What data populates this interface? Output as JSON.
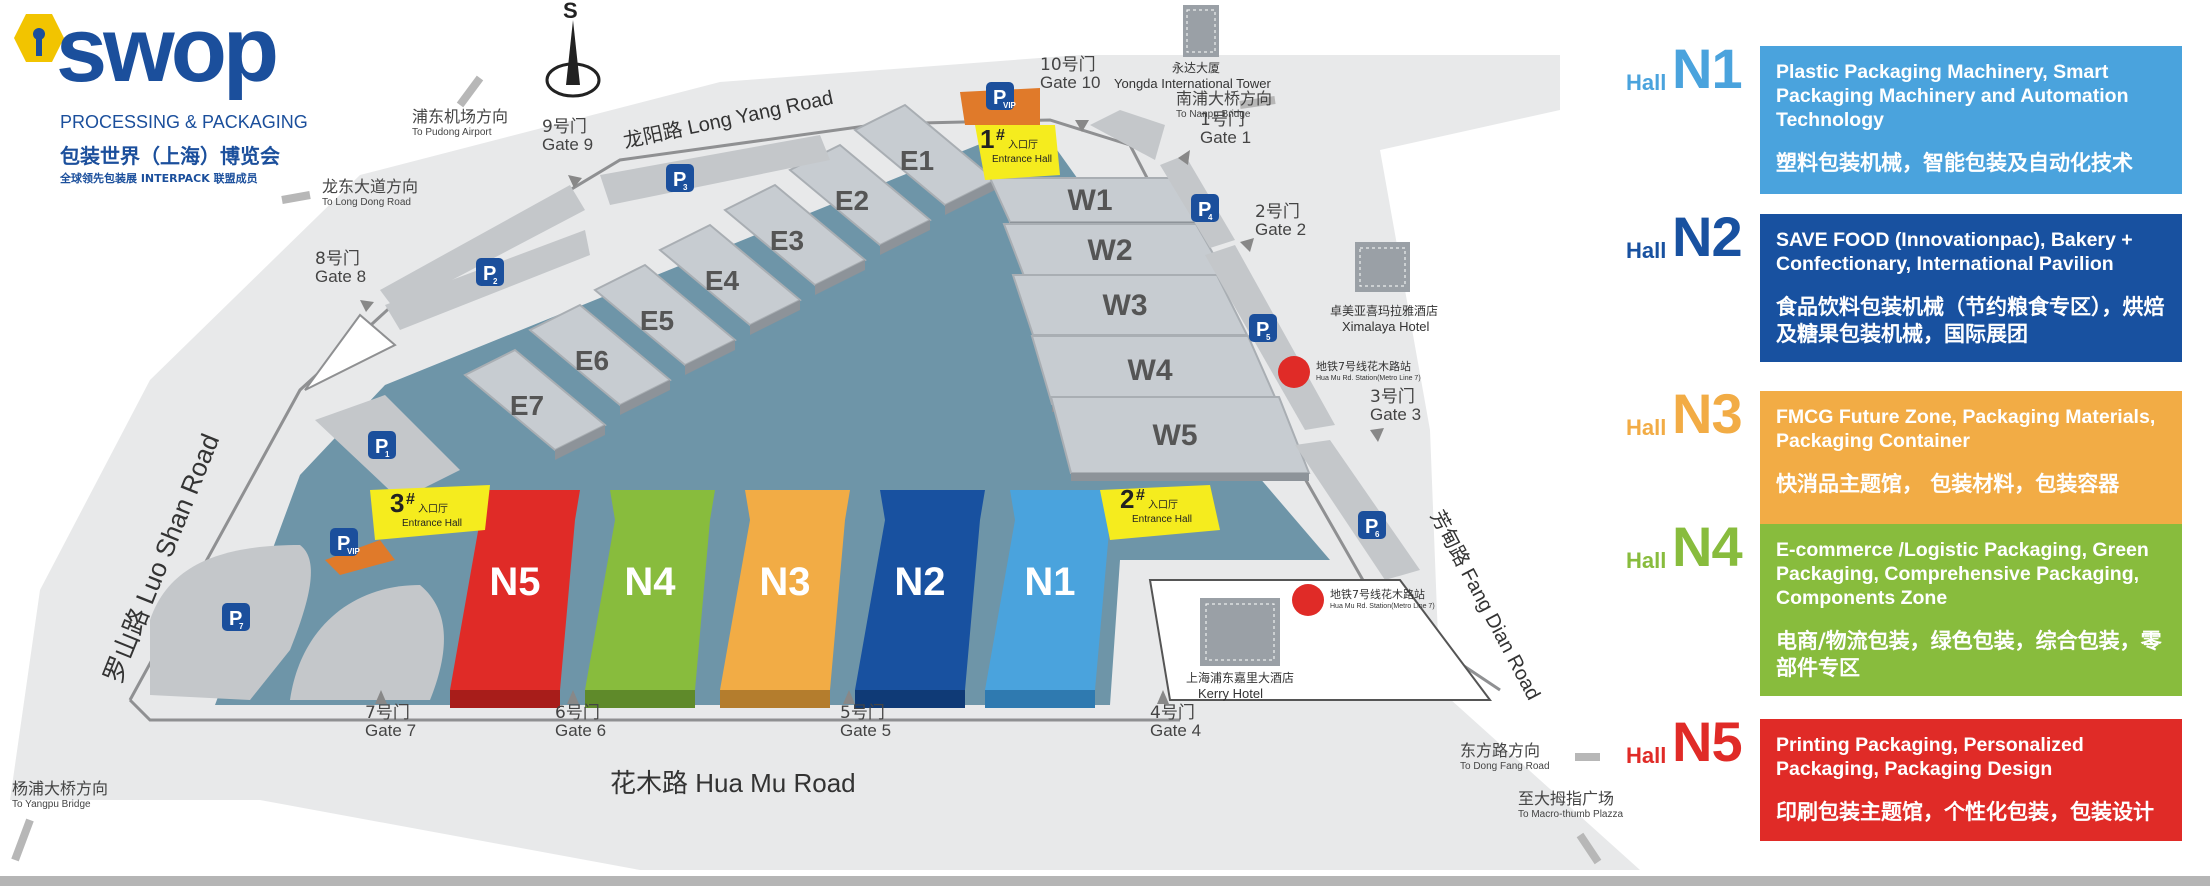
{
  "brand": {
    "word": "swop",
    "sub1": "PROCESSING & PACKAGING",
    "sub2": "包装世界（上海）博览会",
    "sub3": "全球领先包装展 INTERPACK 联盟成员",
    "color": "#1b4f9c"
  },
  "compass": "S",
  "legend": [
    {
      "word": "Hall",
      "num": "N1",
      "color": "#4aa3dd",
      "en": "Plastic Packaging Machinery, Smart Packaging Machinery and Automation Technology",
      "cn": "塑料包装机械，智能包装及自动化技术"
    },
    {
      "word": "Hall",
      "num": "N2",
      "color": "#1851a0",
      "en": "SAVE FOOD (Innovationpac), Bakery + Confectionary, International Pavilion",
      "cn": "食品饮料包装机械（节约粮食专区），烘焙及糖果包装机械，国际展团"
    },
    {
      "word": "Hall",
      "num": "N3",
      "color": "#f2ac45",
      "en": "FMCG Future Zone, Packaging Materials, Packaging Container",
      "cn": "快消品主题馆， 包装材料，包装容器"
    },
    {
      "word": "Hall",
      "num": "N4",
      "color": "#88bc3d",
      "en": "E-commerce /Logistic Packaging, Green Packaging, Comprehensive Packaging, Components Zone",
      "cn": "电商/物流包装，绿色包装，综合包装，零部件专区"
    },
    {
      "word": "Hall",
      "num": "N5",
      "color": "#e02b27",
      "en": "Printing Packaging, Personalized Packaging, Packaging Design",
      "cn": "印刷包装主题馆，个性化包装，包装设计"
    }
  ],
  "halls_n": [
    "N5",
    "N4",
    "N3",
    "N2",
    "N1"
  ],
  "halls_e": [
    "E1",
    "E2",
    "E3",
    "E4",
    "E5",
    "E6",
    "E7"
  ],
  "halls_w": [
    "W1",
    "W2",
    "W3",
    "W4",
    "W5"
  ],
  "entrances": [
    {
      "num": "1",
      "mark": "#",
      "cn": "入口厅",
      "en": "Entrance Hall"
    },
    {
      "num": "2",
      "mark": "#",
      "cn": "入口厅",
      "en": "Entrance Hall"
    },
    {
      "num": "3",
      "mark": "#",
      "cn": "入口厅",
      "en": "Entrance Hall"
    }
  ],
  "gates": [
    {
      "cn": "1号门",
      "en": "Gate 1"
    },
    {
      "cn": "2号门",
      "en": "Gate 2"
    },
    {
      "cn": "3号门",
      "en": "Gate 3"
    },
    {
      "cn": "4号门",
      "en": "Gate 4"
    },
    {
      "cn": "5号门",
      "en": "Gate 5"
    },
    {
      "cn": "6号门",
      "en": "Gate 6"
    },
    {
      "cn": "7号门",
      "en": "Gate 7"
    },
    {
      "cn": "8号门",
      "en": "Gate 8"
    },
    {
      "cn": "9号门",
      "en": "Gate 9"
    },
    {
      "cn": "10号门",
      "en": "Gate 10"
    }
  ],
  "roads": {
    "long_yang": "龙阳路 Long Yang Road",
    "luo_shan": "罗山路 Luo Shan Road",
    "hua_mu": "花木路 Hua Mu Road",
    "fang_dian": "芳甸路 Fang Dian Road"
  },
  "directions": [
    {
      "cn": "浦东机场方向",
      "en": "To Pudong Airport"
    },
    {
      "cn": "龙东大道方向",
      "en": "To Long Dong Road"
    },
    {
      "cn": "南浦大桥方向",
      "en": "To Nanpu Bridge"
    },
    {
      "cn": "杨浦大桥方向",
      "en": "To Yangpu Bridge"
    },
    {
      "cn": "东方路方向",
      "en": "To Dong Fang Road"
    },
    {
      "cn": "至大拇指广场",
      "en": "To Macro-thumb Plazza"
    }
  ],
  "hotels": [
    {
      "cn": "永达大厦",
      "en": "Yongda International Tower"
    },
    {
      "cn": "卓美亚喜玛拉雅酒店",
      "en": "Ximalaya Hotel"
    },
    {
      "cn": "上海浦东嘉里大酒店",
      "en": "Kerry Hotel"
    }
  ],
  "metro": [
    {
      "cn": "地铁7号线花木路站",
      "en": "Hua Mu Rd. Station(Metro Line 7)"
    },
    {
      "cn": "地铁7号线花木路站",
      "en": "Hua Mu Rd. Station(Metro Line 7)"
    }
  ],
  "parking": [
    "P",
    "P",
    "P",
    "P",
    "P",
    "P",
    "P",
    "P",
    "P"
  ],
  "parking_sub": [
    "1",
    "2",
    "3",
    "4",
    "5",
    "6",
    "7",
    "VIP",
    "VIP"
  ]
}
